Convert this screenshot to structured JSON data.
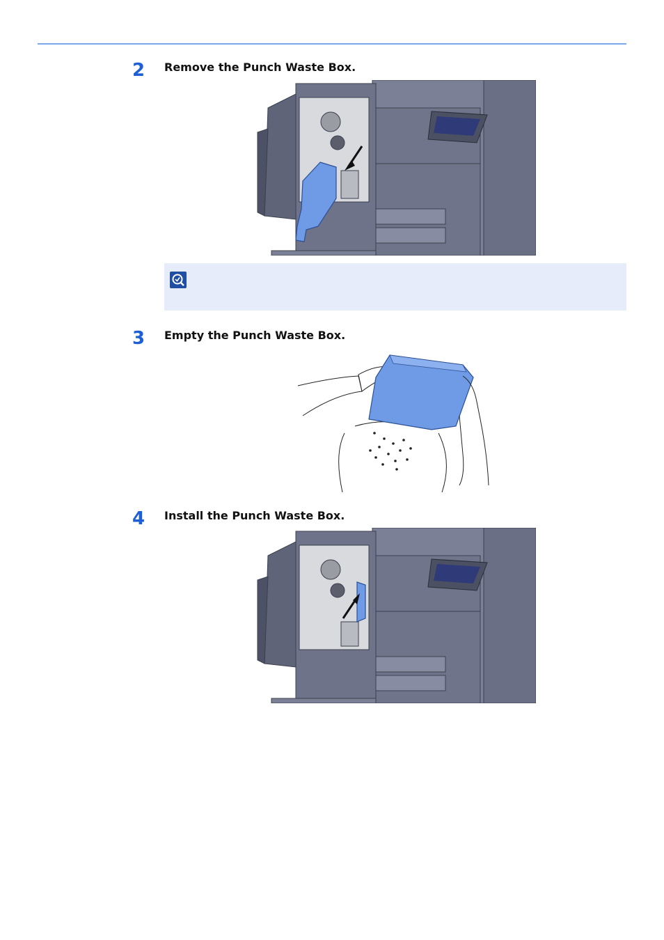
{
  "header": {
    "rule_color": "#7aa7e8"
  },
  "steps": [
    {
      "number": "2",
      "text": "Remove the Punch Waste Box.",
      "figure_icon": "printer-finisher-remove-waste-box"
    },
    {
      "number": "3",
      "text": "Empty the Punch Waste Box.",
      "figure_icon": "hands-emptying-waste-box"
    },
    {
      "number": "4",
      "text": "Install the Punch Waste Box.",
      "figure_icon": "printer-finisher-install-waste-box"
    }
  ],
  "note": {
    "icon": "note-icon",
    "text": ""
  },
  "colors": {
    "step_number": "#1f5fd6",
    "note_background": "#e6ecfa",
    "highlight_part": "#6f9be6",
    "machine_body": "#6e7389"
  }
}
